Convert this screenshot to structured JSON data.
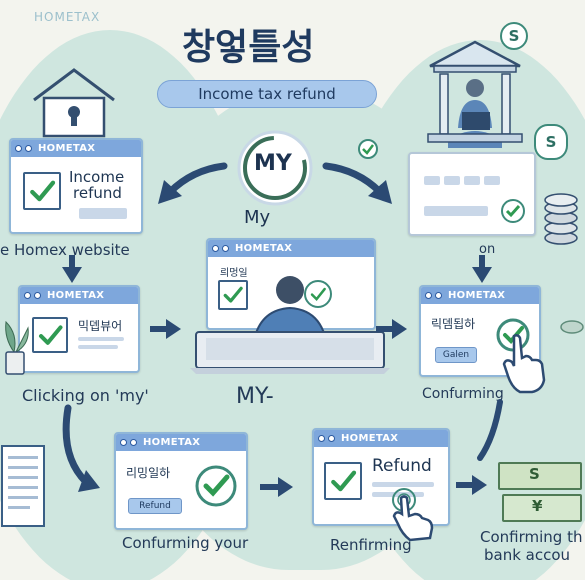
{
  "brand": "HOMETAX",
  "title": "창엏틀성",
  "subtitle": "Income tax refund",
  "center_badge": "MY",
  "center_label": "My",
  "labels": {
    "website": "e Homex website",
    "on": "on",
    "clicking": "Clicking on 'my'",
    "my_dash": "MY-",
    "confirming_right": "Confurming",
    "confirming_your": "Confurming your",
    "renfirming": "Renfirming",
    "confirming_bank_1": "Confirming th",
    "confirming_bank_2": "bank accou"
  },
  "windows": {
    "income": {
      "title": "HOMETAX",
      "line1": "Income",
      "line2": "refund"
    },
    "left": {
      "title": "HOMETAX",
      "korean": "믹뎁뷰어"
    },
    "laptop": {
      "title": "HOMETAX",
      "korean": "릐멍일"
    },
    "right": {
      "title": "HOMETAX",
      "korean": "릭뎀됩하",
      "button": "Galen"
    },
    "bottom_left": {
      "title": "HOMETAX",
      "korean": "리밍일하",
      "button": "Refund"
    },
    "bottom_mid": {
      "title": "HOMETAX",
      "text": "Refund"
    }
  },
  "icons": {
    "badge_top_right": "S",
    "badge_right": "S",
    "money_1": "S",
    "money_2": "¥"
  },
  "colors": {
    "accent": "#7ea7dc",
    "check": "#2f9a52",
    "arrow": "#2b4a73",
    "teal": "#cfe6df"
  }
}
